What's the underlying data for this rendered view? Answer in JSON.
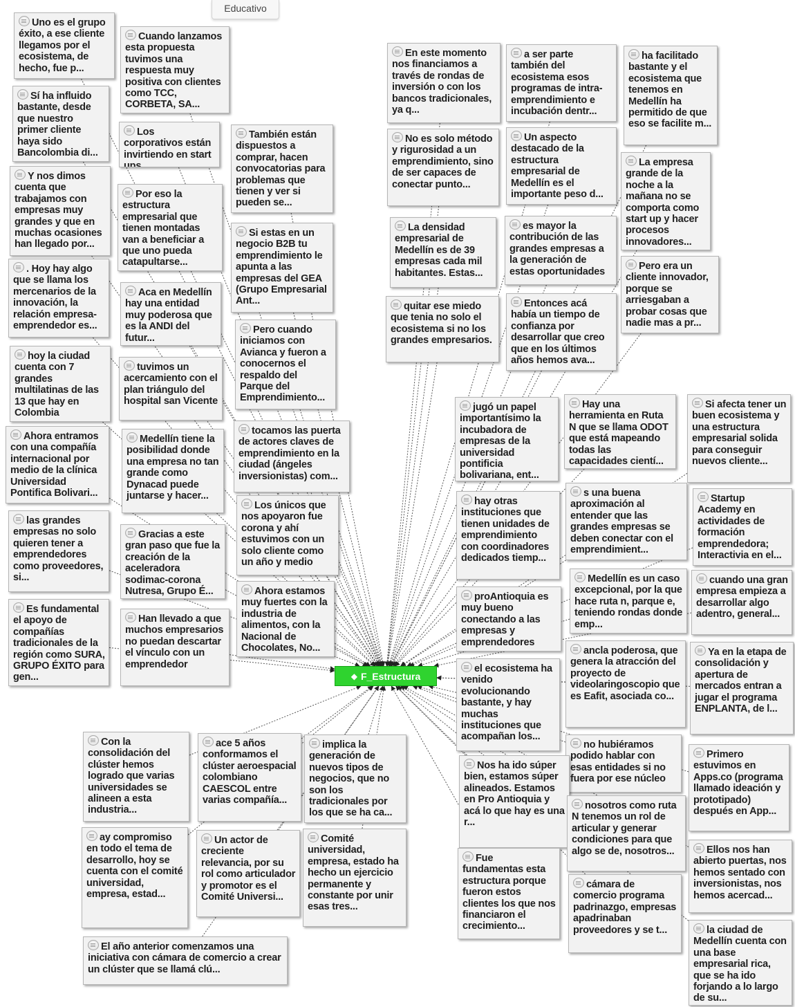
{
  "tab": {
    "label": "Educativo"
  },
  "code": {
    "label": "F_Estructura",
    "color": "#2fd32f"
  },
  "quotes": [
    "Uno es el grupo éxito, a ese cliente llegamos por el ecosistema, de hecho, fue p...",
    "Cuando lanzamos esta propuesta tuvimos una respuesta muy positiva con clientes como TCC, CORBETA, SA...",
    "Sí ha influido bastante, desde que nuestro primer cliente haya sido Bancolombia di...",
    "Los corporativos están invirtiendo en start ups",
    "También están dispuestos a comprar, hacen convocatorias para problemas que tienen y ver si pueden se...",
    "Y nos dimos cuenta que trabajamos con empresas muy grandes y que en muchas ocasiones han llegado por...",
    "Por eso la estructura empresarial que tienen montadas van a beneficiar a que uno pueda catapultarse...",
    "Si estas en un negocio B2B tu emprendimiento le apunta a las empresas del GEA (Grupo Empresarial Ant...",
    ". Hoy hay algo que se llama los mercenarios de la innovación, la relación empresa-emprendedor es...",
    "Aca en Medellín hay una entidad muy poderosa que es la ANDI del futur...",
    "Pero cuando iniciamos con Avianca y fueron a conocernos el respaldo del Parque del Emprendimiento...",
    "hoy la ciudad cuenta con 7 grandes multilatinas de las 13 que hay en Colombia",
    "tuvimos un acercamiento con el plan triángulo del hospital san Vicente",
    "Ahora entramos con una compañía internacional por medio de la clínica Universidad Pontifica Bolivari...",
    "Medellín tiene la posibilidad donde una empresa no tan grande como Dynacad puede juntarse y hacer...",
    "tocamos las puerta de actores claves de emprendimiento en la ciudad (ángeles inversionistas) com...",
    "las grandes empresas no solo quieren tener a emprendedores como proveedores, si...",
    "Los únicos que nos apoyaron fue corona y ahí estuvimos con un solo cliente como un año y medio",
    "Gracias a este gran paso que fue la creación de la aceleradora sodimac-corona Nutresa, Grupo É...",
    "Es fundamental el apoyo de compañías tradicionales de la región como SURA, GRUPO ÉXITO para gen...",
    "Han llevado a que muchos empresarios no puedan descartar el vínculo con un emprendedor",
    "Ahora estamos muy fuertes con la industria de alimentos, con la Nacional de Chocolates, No...",
    "En este momento nos financiamos a través de rondas de inversión o con los bancos tradicionales, ya q...",
    "a ser parte también del ecosistema esos programas de intra-emprendimiento e incubación dentr...",
    "ha facilitado bastante y el ecosistema que tenemos en Medellín ha permitido de que eso se facilite m...",
    "No es solo método y rigurosidad a un emprendimiento, sino de ser capaces de conectar punto...",
    "Un aspecto destacado de la estructura empresarial de Medellín es el importante peso d...",
    "La empresa grande de la noche a la mañana no se comporta como start up y hacer procesos innovadores...",
    "La densidad empresarial de Medellín es de 39 empresas cada mil habitantes. Estas...",
    "es mayor la contribución de las grandes empresas a la generación de estas oportunidades",
    "Pero era un cliente innovador, porque se arriesgaban a probar cosas que nadie mas a pr...",
    "quitar ese miedo que tenia no solo el ecosistema si no los grandes empresarios.",
    "Entonces acá había un tiempo de confianza por desarrollar que creo que en los últimos años hemos ava...",
    "jugó un papel importantísimo la incubadora de empresas de la universidad pontificia bolivariana, ent...",
    "Hay una herramienta en Ruta N que se llama ODOT que está mapeando todas las capacidades cientí...",
    "Si afecta tener un buen ecosistema y una estructura empresarial solida para conseguir nuevos cliente...",
    "hay otras instituciones que tienen unidades de emprendimiento con coordinadores dedicados tiemp...",
    "s una buena aproximación al entender que las grandes empresas se deben conectar con el emprendimient...",
    "Startup Academy en actividades de formación emprendedora; Interactivia en el...",
    "proAntioquia es muy bueno conectando a las empresas y emprendedores",
    "Medellín es un caso excepcional, por la que hace ruta n, parque e, teniendo rondas donde emp...",
    "cuando una gran empresa empieza a desarrollar algo adentro, general...",
    "el ecosistema ha venido evolucionando bastante, y hay muchas instituciones que acompañan los...",
    "ancla poderosa, que genera la atracción del proyecto de videolaringoscopio que es Eafit, asociada co...",
    "Ya en la etapa de consolidación y apertura de mercados entran a jugar el programa ENPLANTA, de l...",
    "no hubiéramos podido hablar con esas entidades si no fuera por ese núcleo",
    "Nos ha ido súper bien, estamos súper alineados. Estamos en Pro Antioquia y acá lo que hay es una r...",
    "Primero estuvimos en Apps.co (programa llamado ideación y prototipado) después en App...",
    "nosotros como ruta N tenemos un rol de articular y generar condiciones para que algo se de, nosotros...",
    "Ellos nos han abierto puertas, nos hemos sentado con inversionistas, nos hemos acercad...",
    "Fue fundamentas esta estructura porque fueron estos clientes los que nos financiaron el crecimiento...",
    "cámara de comercio programa padrinazgo, empresas apadrinaban proveedores y se t...",
    "la ciudad de Medellín cuenta con una base empresarial rica, que se ha ido forjando a lo largo de su...",
    "Con la consolidación del clúster hemos logrado que varias universidades se alineen a esta industria...",
    "ace 5 años conformamos el clúster aeroespacial colombiano CAESCOL entre varias compañía...",
    "implica la generación de nuevos tipos de negocios, que no son los tradicionales por los que se ha ca...",
    "ay compromiso en todo el tema de desarrollo, hoy se cuenta con el comité universidad, empresa, estad...",
    "Un actor de creciente relevancia, por su rol como articulador y promotor es el Comité Universi...",
    "Comité universidad, empresa, estado ha hecho un ejercicio permanente y constante por unir esas tres...",
    "El año anterior comenzamos una iniciativa con cámara de comercio a crear un clúster que se llamá clú..."
  ]
}
